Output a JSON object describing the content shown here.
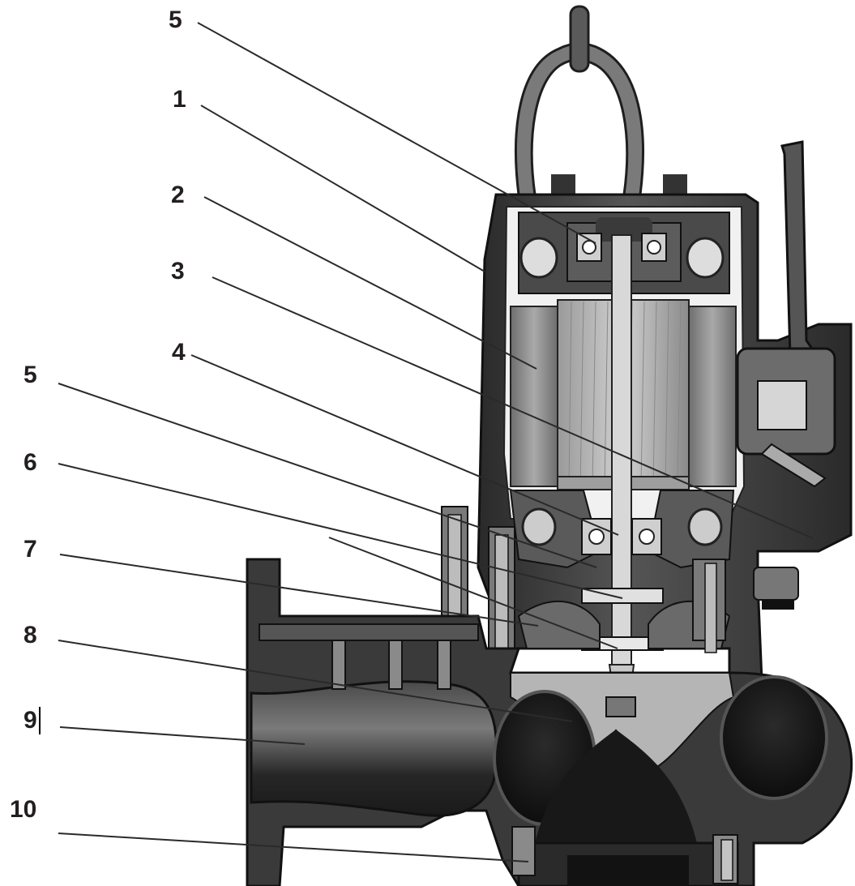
{
  "callouts": [
    {
      "id": "c5-top",
      "label": "5"
    },
    {
      "id": "c1",
      "label": "1"
    },
    {
      "id": "c2",
      "label": "2"
    },
    {
      "id": "c3",
      "label": "3"
    },
    {
      "id": "c4",
      "label": "4"
    },
    {
      "id": "c5-mid",
      "label": "5"
    },
    {
      "id": "c6",
      "label": "6"
    },
    {
      "id": "c7",
      "label": "7"
    },
    {
      "id": "c8",
      "label": "8"
    },
    {
      "id": "c9",
      "label": "9"
    },
    {
      "id": "c10",
      "label": "10"
    }
  ],
  "colors": {
    "casing": "#3e3e3e",
    "casing_dark": "#1c1c1c",
    "stator": "#8a8a8a",
    "rotor": "#b3b3b3",
    "shaft": "#cfcfcf",
    "background": "#ffffff"
  }
}
